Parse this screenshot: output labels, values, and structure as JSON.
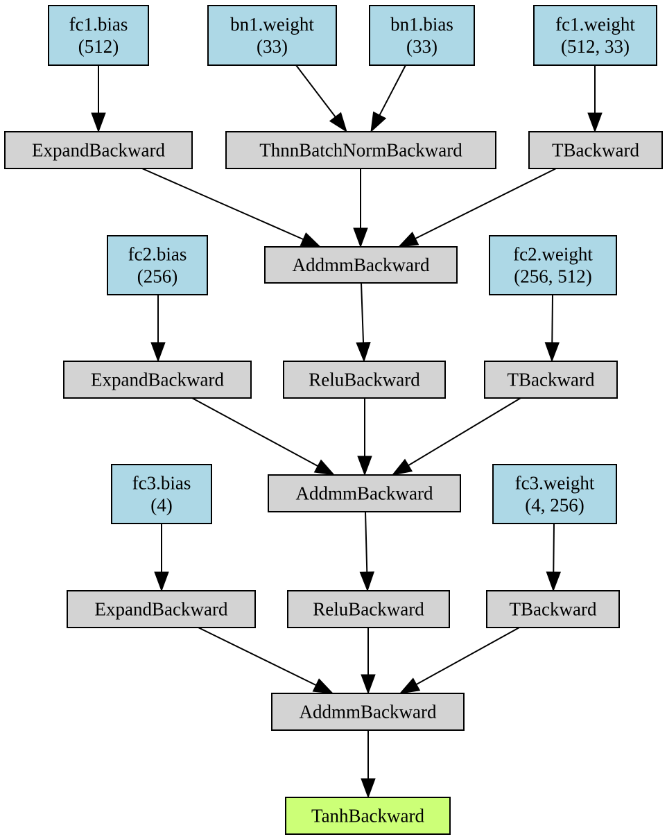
{
  "colors": {
    "param": "#add8e6",
    "op": "#d3d3d3",
    "output": "#ccff77"
  },
  "nodes": [
    {
      "id": "fc1_bias",
      "kind": "param",
      "lines": [
        "fc1.bias",
        "(512)"
      ]
    },
    {
      "id": "bn1_weight",
      "kind": "param",
      "lines": [
        "bn1.weight",
        "(33)"
      ]
    },
    {
      "id": "bn1_bias",
      "kind": "param",
      "lines": [
        "bn1.bias",
        "(33)"
      ]
    },
    {
      "id": "fc1_weight",
      "kind": "param",
      "lines": [
        "fc1.weight",
        "(512, 33)"
      ]
    },
    {
      "id": "expand1",
      "kind": "op",
      "lines": [
        "ExpandBackward"
      ]
    },
    {
      "id": "batchnorm",
      "kind": "op",
      "lines": [
        "ThnnBatchNormBackward"
      ]
    },
    {
      "id": "t1",
      "kind": "op",
      "lines": [
        "TBackward"
      ]
    },
    {
      "id": "fc2_bias",
      "kind": "param",
      "lines": [
        "fc2.bias",
        "(256)"
      ]
    },
    {
      "id": "addmm1",
      "kind": "op",
      "lines": [
        "AddmmBackward"
      ]
    },
    {
      "id": "fc2_weight",
      "kind": "param",
      "lines": [
        "fc2.weight",
        "(256, 512)"
      ]
    },
    {
      "id": "expand2",
      "kind": "op",
      "lines": [
        "ExpandBackward"
      ]
    },
    {
      "id": "relu1",
      "kind": "op",
      "lines": [
        "ReluBackward"
      ]
    },
    {
      "id": "t2",
      "kind": "op",
      "lines": [
        "TBackward"
      ]
    },
    {
      "id": "fc3_bias",
      "kind": "param",
      "lines": [
        "fc3.bias",
        "(4)"
      ]
    },
    {
      "id": "addmm2",
      "kind": "op",
      "lines": [
        "AddmmBackward"
      ]
    },
    {
      "id": "fc3_weight",
      "kind": "param",
      "lines": [
        "fc3.weight",
        "(4, 256)"
      ]
    },
    {
      "id": "expand3",
      "kind": "op",
      "lines": [
        "ExpandBackward"
      ]
    },
    {
      "id": "relu2",
      "kind": "op",
      "lines": [
        "ReluBackward"
      ]
    },
    {
      "id": "t3",
      "kind": "op",
      "lines": [
        "TBackward"
      ]
    },
    {
      "id": "addmm3",
      "kind": "op",
      "lines": [
        "AddmmBackward"
      ]
    },
    {
      "id": "tanh",
      "kind": "output",
      "lines": [
        "TanhBackward"
      ]
    }
  ],
  "edges": [
    {
      "from": "fc1_bias",
      "to": "expand1"
    },
    {
      "from": "bn1_weight",
      "to": "batchnorm"
    },
    {
      "from": "bn1_bias",
      "to": "batchnorm"
    },
    {
      "from": "fc1_weight",
      "to": "t1"
    },
    {
      "from": "expand1",
      "to": "addmm1"
    },
    {
      "from": "batchnorm",
      "to": "addmm1"
    },
    {
      "from": "t1",
      "to": "addmm1"
    },
    {
      "from": "fc2_bias",
      "to": "expand2"
    },
    {
      "from": "addmm1",
      "to": "relu1"
    },
    {
      "from": "fc2_weight",
      "to": "t2"
    },
    {
      "from": "expand2",
      "to": "addmm2"
    },
    {
      "from": "relu1",
      "to": "addmm2"
    },
    {
      "from": "t2",
      "to": "addmm2"
    },
    {
      "from": "fc3_bias",
      "to": "expand3"
    },
    {
      "from": "addmm2",
      "to": "relu2"
    },
    {
      "from": "fc3_weight",
      "to": "t3"
    },
    {
      "from": "expand3",
      "to": "addmm3"
    },
    {
      "from": "relu2",
      "to": "addmm3"
    },
    {
      "from": "t3",
      "to": "addmm3"
    },
    {
      "from": "addmm3",
      "to": "tanh"
    }
  ]
}
